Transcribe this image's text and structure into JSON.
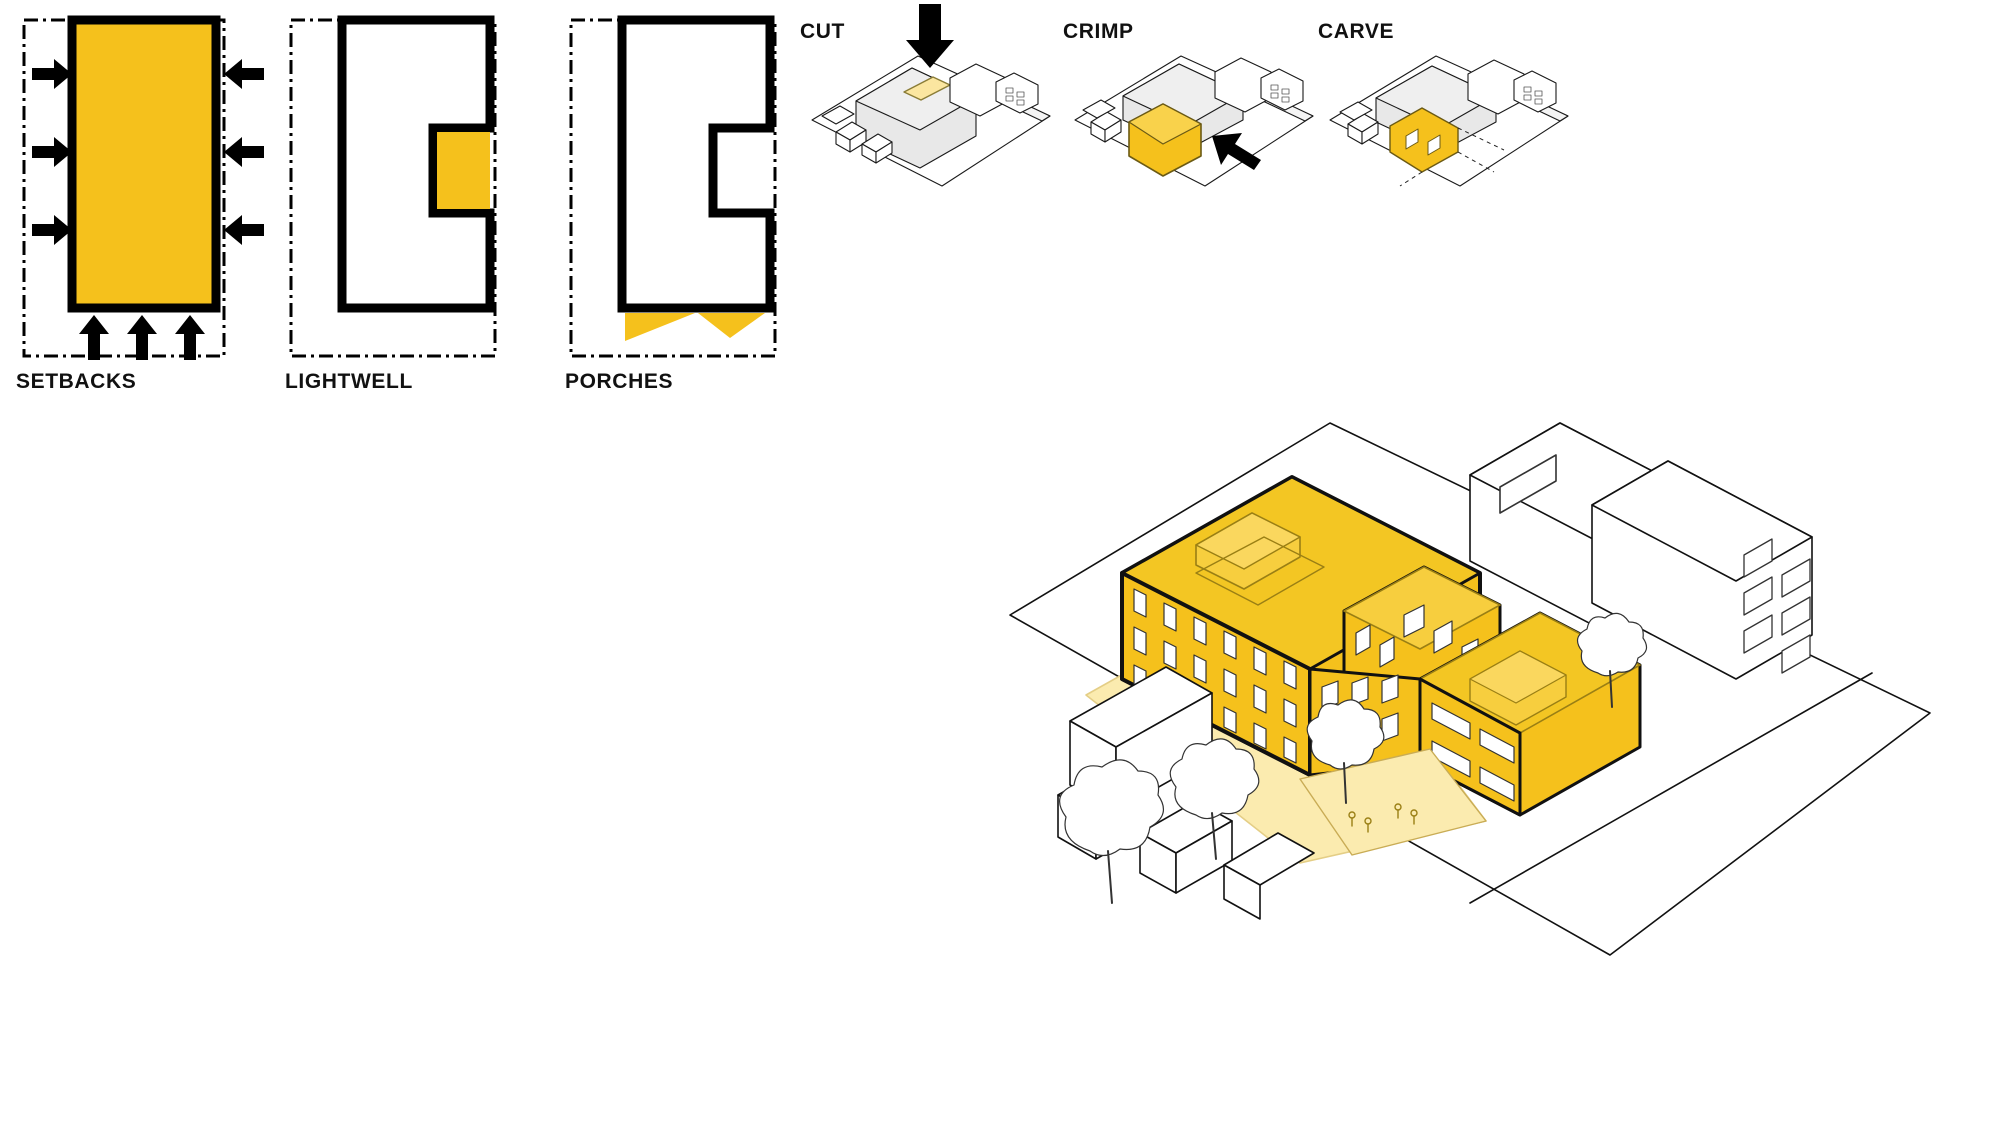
{
  "meta": {
    "title": "Massing Strategy Diagram",
    "accent_yellow": "#F5C11C",
    "accent_yellow_light": "#FBE6A0",
    "line_black": "#000000",
    "massing_grey": "#E8E8E8",
    "background": "#FFFFFF"
  },
  "plan_diagrams": [
    {
      "id": "setbacks",
      "label": "SETBACKS",
      "description": "Site boundary dash-dot rectangle with buildable yellow footprint pushed in by setback arrows",
      "arrows": {
        "left_count": 3,
        "right_count": 3,
        "bottom_count": 3,
        "left_direction": "right",
        "right_direction": "left",
        "bottom_direction": "up"
      },
      "fill_color": "#F5C11C",
      "outline_color": "#000000",
      "site_line_style": "dash-dot"
    },
    {
      "id": "lightwell",
      "label": "LIGHTWELL",
      "description": "Building outline with a square notch carved out of the east facade, shown filled yellow",
      "notch_position": "east-center",
      "notch_fill": "#F5C11C",
      "outline_color": "#000000",
      "site_line_style": "dash-dot"
    },
    {
      "id": "porches",
      "label": "PORCHES",
      "description": "C-shaped building outline with two yellow triangular porch wedges projecting from the south edge",
      "porch_count": 2,
      "porch_fill": "#F5C11C",
      "outline_color": "#000000",
      "site_line_style": "dash-dot"
    }
  ],
  "iso_thumbnails": [
    {
      "id": "cut",
      "label": "CUT",
      "description": "Axonometric massing block with a rectangular yellow plane on the roof and a bold black arrow pressing down",
      "arrow_direction": "down",
      "arrow_count": 1,
      "highlight_fill": "#FBE6A0",
      "mass_fill": "#E8E8E8"
    },
    {
      "id": "crimp",
      "label": "CRIMP",
      "description": "Axonometric massing with the street-facing volume pinched inward, highlighted yellow, with a black arrow pushing from the street side",
      "arrow_direction": "up-left",
      "arrow_count": 1,
      "highlight_fill": "#F5C11C",
      "mass_fill": "#E8E8E8"
    },
    {
      "id": "carve",
      "label": "CARVE",
      "description": "Axonometric massing with entry porches and openings carved from the ground plane, shown with dashed sightlines",
      "arrow_direction": "none",
      "arrow_count": 0,
      "highlight_fill": "#F5C11C",
      "mass_fill": "#E8E8E8"
    }
  ],
  "hero_axonometric": {
    "id": "final-massing",
    "description": "Large axonometric of the resulting building, rendered yellow, set among white line-drawn neighbouring houses and apartment blocks on a site plane",
    "building_fill": "#F5C11C",
    "building_roof_fill": "#F3C623",
    "ground_highlight_fill": "#FBEBAF",
    "context_fill": "#FFFFFF",
    "context_stroke": "#111111",
    "storeys_visible": 4,
    "context_elements": [
      "street",
      "sidewalk",
      "street trees",
      "pitched-roof houses",
      "neighbouring apartment block",
      "courtyard paving"
    ]
  }
}
